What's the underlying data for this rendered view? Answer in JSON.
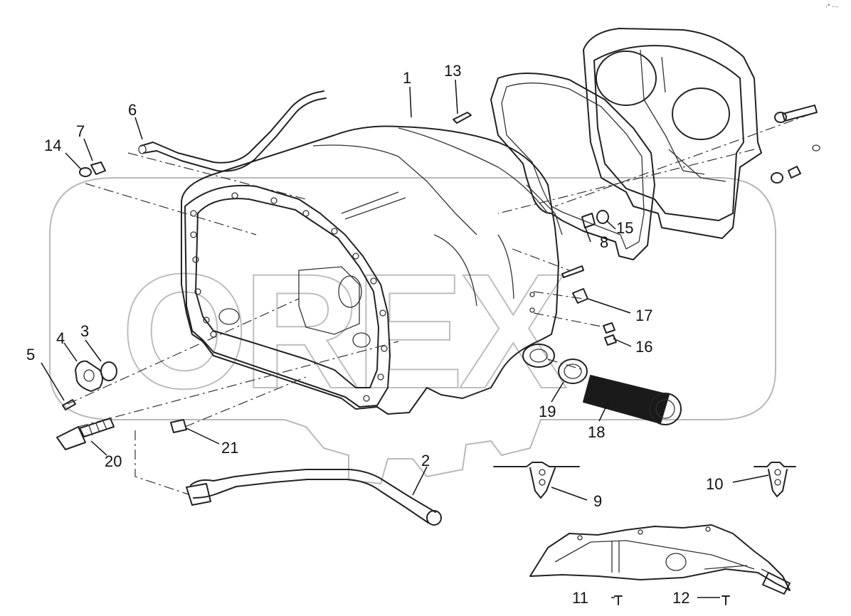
{
  "corner_mark": "·° ···",
  "watermark": "OREX",
  "callouts": {
    "c1": "1",
    "c2": "2",
    "c3": "3",
    "c4": "4",
    "c5": "5",
    "c6": "6",
    "c7": "7",
    "c8": "8",
    "c9": "9",
    "c10": "10",
    "c11": "11",
    "c12": "12",
    "c13": "13",
    "c14": "14",
    "c15": "15",
    "c16": "16",
    "c17": "17",
    "c18": "18",
    "c19": "19",
    "c20": "20",
    "c21": "21"
  }
}
